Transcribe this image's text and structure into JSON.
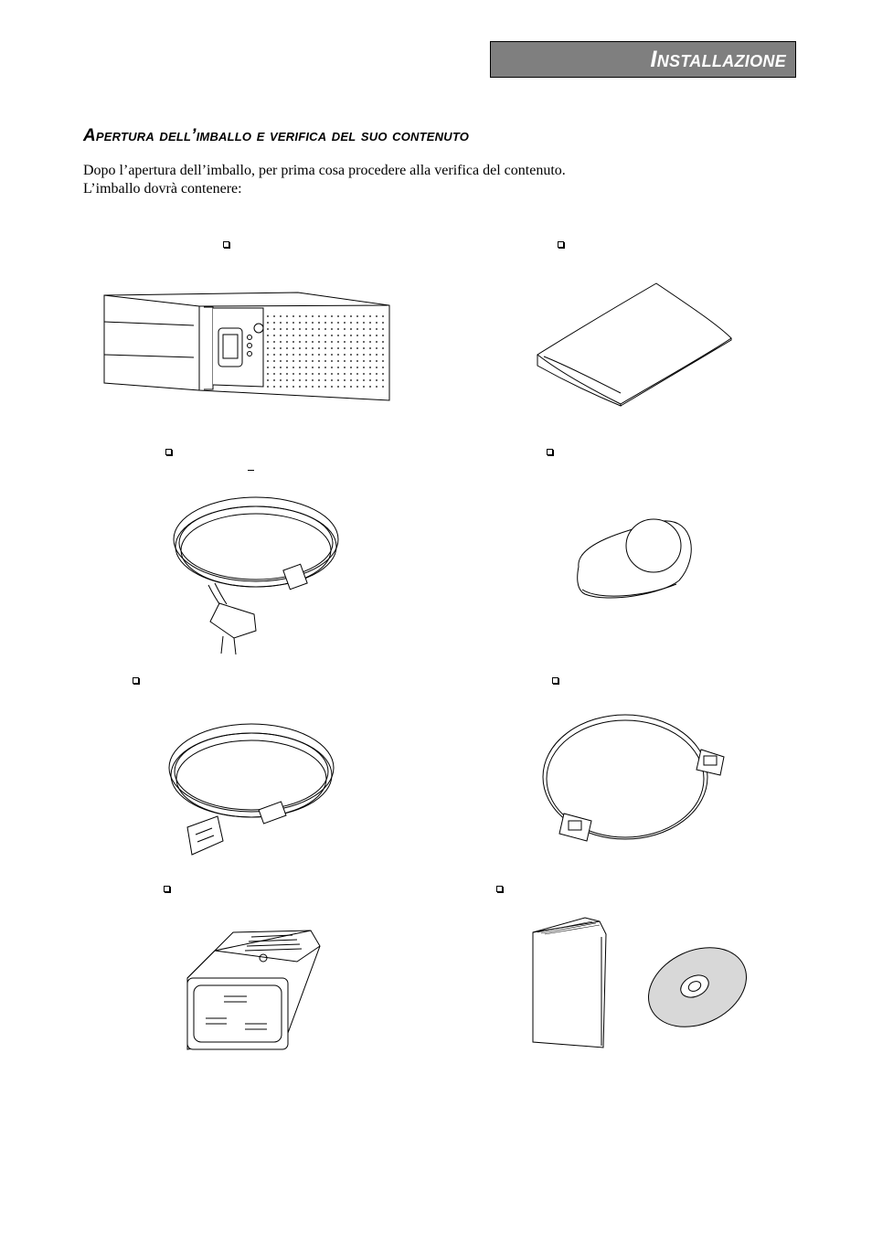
{
  "header": {
    "section_title": "Installazione"
  },
  "section": {
    "heading": "Apertura dell’imballo e verifica del suo contenuto",
    "intro_line1": "Dopo l’apertura dell’imballo, per prima cosa procedere alla verifica del contenuto.",
    "intro_line2": "L’imballo dovrà contenere:"
  },
  "items": [
    {
      "icon": "ups-unit-icon"
    },
    {
      "icon": "envelope-icon"
    },
    {
      "icon": "power-cord-schuko-icon"
    },
    {
      "icon": "oval-accessory-icon"
    },
    {
      "icon": "iec-cord-icon"
    },
    {
      "icon": "serial-cable-icon"
    },
    {
      "icon": "iec-connector-icon"
    },
    {
      "icon": "manual-and-cd-icon"
    }
  ]
}
